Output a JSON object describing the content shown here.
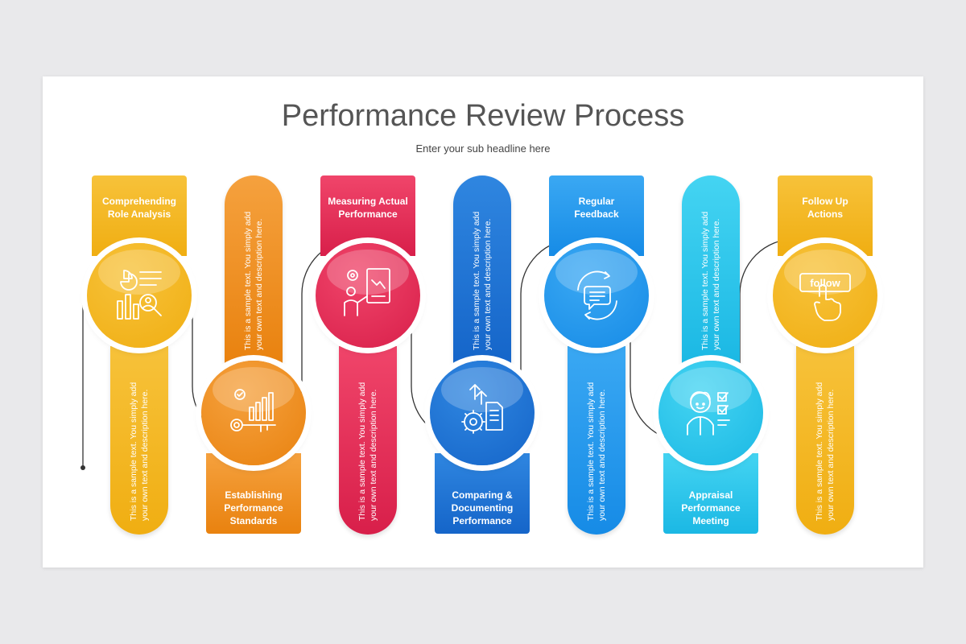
{
  "slide": {
    "title": "Performance Review Process",
    "subtitle": "Enter your sub headline here"
  },
  "steps": [
    {
      "label_lines": [
        "Comprehending",
        "Role Analysis"
      ],
      "icon": "analytics-magnifier-icon",
      "position": "top",
      "color_start": "#f7c23a",
      "color_end": "#f0ae12",
      "text_lines": [
        "This is a sample text. You simply add",
        "your own text and description here."
      ]
    },
    {
      "label_lines": [
        "Establishing",
        "Performance",
        "Standards"
      ],
      "icon": "key-growth-chart-icon",
      "position": "bottom",
      "color_start": "#f5a13e",
      "color_end": "#e9820f",
      "text_lines": [
        "This is a sample text. You simply add",
        "your own text and description here."
      ]
    },
    {
      "label_lines": [
        "Measuring Actual",
        "Performance"
      ],
      "icon": "presentation-icon",
      "position": "top",
      "color_start": "#f0456a",
      "color_end": "#d81f4a",
      "text_lines": [
        "This is a sample text. You simply add",
        "your own text and description here."
      ]
    },
    {
      "label_lines": [
        "Comparing &",
        "Documenting",
        "Performance"
      ],
      "icon": "gear-document-icon",
      "position": "bottom",
      "color_start": "#2f86e0",
      "color_end": "#1565c9",
      "text_lines": [
        "This is a sample text. You simply add",
        "your own text and description here."
      ]
    },
    {
      "label_lines": [
        "Regular",
        "Feedback"
      ],
      "icon": "feedback-chat-icon",
      "position": "top",
      "color_start": "#3aa8f3",
      "color_end": "#168be6",
      "text_lines": [
        "This is a sample text. You simply add",
        "your own text and description here."
      ]
    },
    {
      "label_lines": [
        "Appraisal",
        "Performance",
        "Meeting"
      ],
      "icon": "meeting-checklist-icon",
      "position": "bottom",
      "color_start": "#44d4f2",
      "color_end": "#1bb8e4",
      "text_lines": [
        "This is a sample text. You simply add",
        "your own text and description here."
      ]
    },
    {
      "label_lines": [
        "Follow Up",
        "Actions"
      ],
      "icon": "follow-hand-icon",
      "position": "top",
      "color_start": "#f7c23a",
      "color_end": "#f0ae12",
      "text_lines": [
        "This is a sample text. You simply add",
        "your own text and description here."
      ],
      "icon_text": "follow"
    }
  ]
}
